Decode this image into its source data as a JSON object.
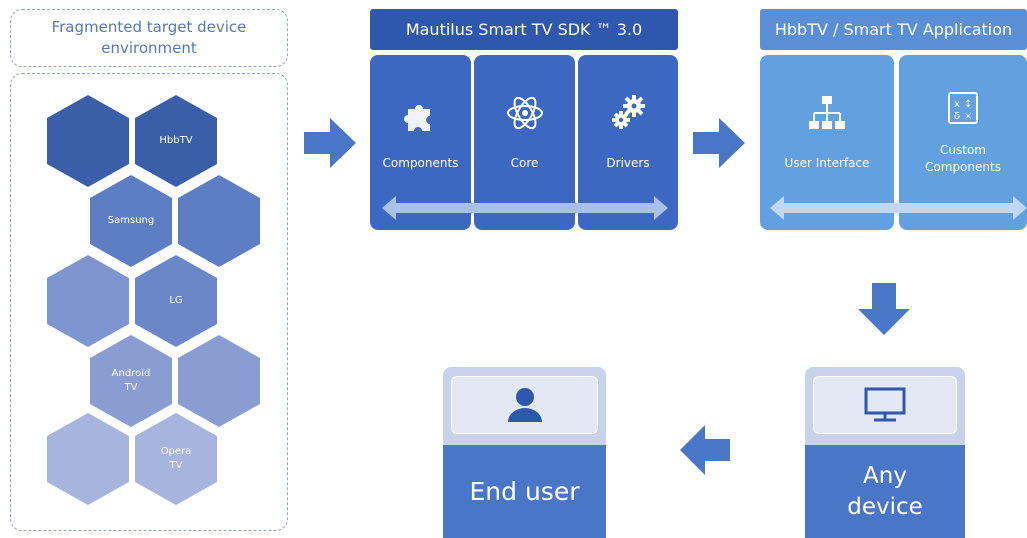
{
  "left": {
    "title": "Fragmented target device environment",
    "hexagons": [
      {
        "label": "",
        "color": "#3a5fa8"
      },
      {
        "label": "HbbTV",
        "color": "#3a5fa8"
      },
      {
        "label": "Samsung",
        "color": "#5e7ec4"
      },
      {
        "label": "",
        "color": "#5e7ec4"
      },
      {
        "label": "",
        "color": "#7e95d0"
      },
      {
        "label": "LG",
        "color": "#6b87c9"
      },
      {
        "label": "Android\nTV",
        "color": "#8a9dd2"
      },
      {
        "label": "",
        "color": "#8a9dd2"
      },
      {
        "label": "",
        "color": "#a7b4de"
      },
      {
        "label": "Opera\nTV",
        "color": "#a7b4de"
      }
    ]
  },
  "sdk": {
    "title": "Mautilus Smart TV SDK ™ 3.0",
    "panels": [
      {
        "label": "Components",
        "icon": "puzzle-icon"
      },
      {
        "label": "Core",
        "icon": "atom-icon"
      },
      {
        "label": "Drivers",
        "icon": "gears-icon"
      }
    ]
  },
  "app": {
    "title": "HbbTV / Smart TV Application",
    "panels": [
      {
        "label": "User Interface",
        "icon": "hierarchy-icon"
      },
      {
        "label": "Custom\nComponents",
        "icon": "formula-icon"
      }
    ]
  },
  "device": {
    "label": "Any\ndevice",
    "icon": "monitor-icon"
  },
  "user": {
    "label": "End user",
    "icon": "person-icon"
  },
  "colors": {
    "sdk_dark": "#2f57ad",
    "sdk_panel": "#3d68c2",
    "app_bar": "#5a8fd6",
    "app_panel": "#63a0e0",
    "arrow": "#4a76c8"
  }
}
